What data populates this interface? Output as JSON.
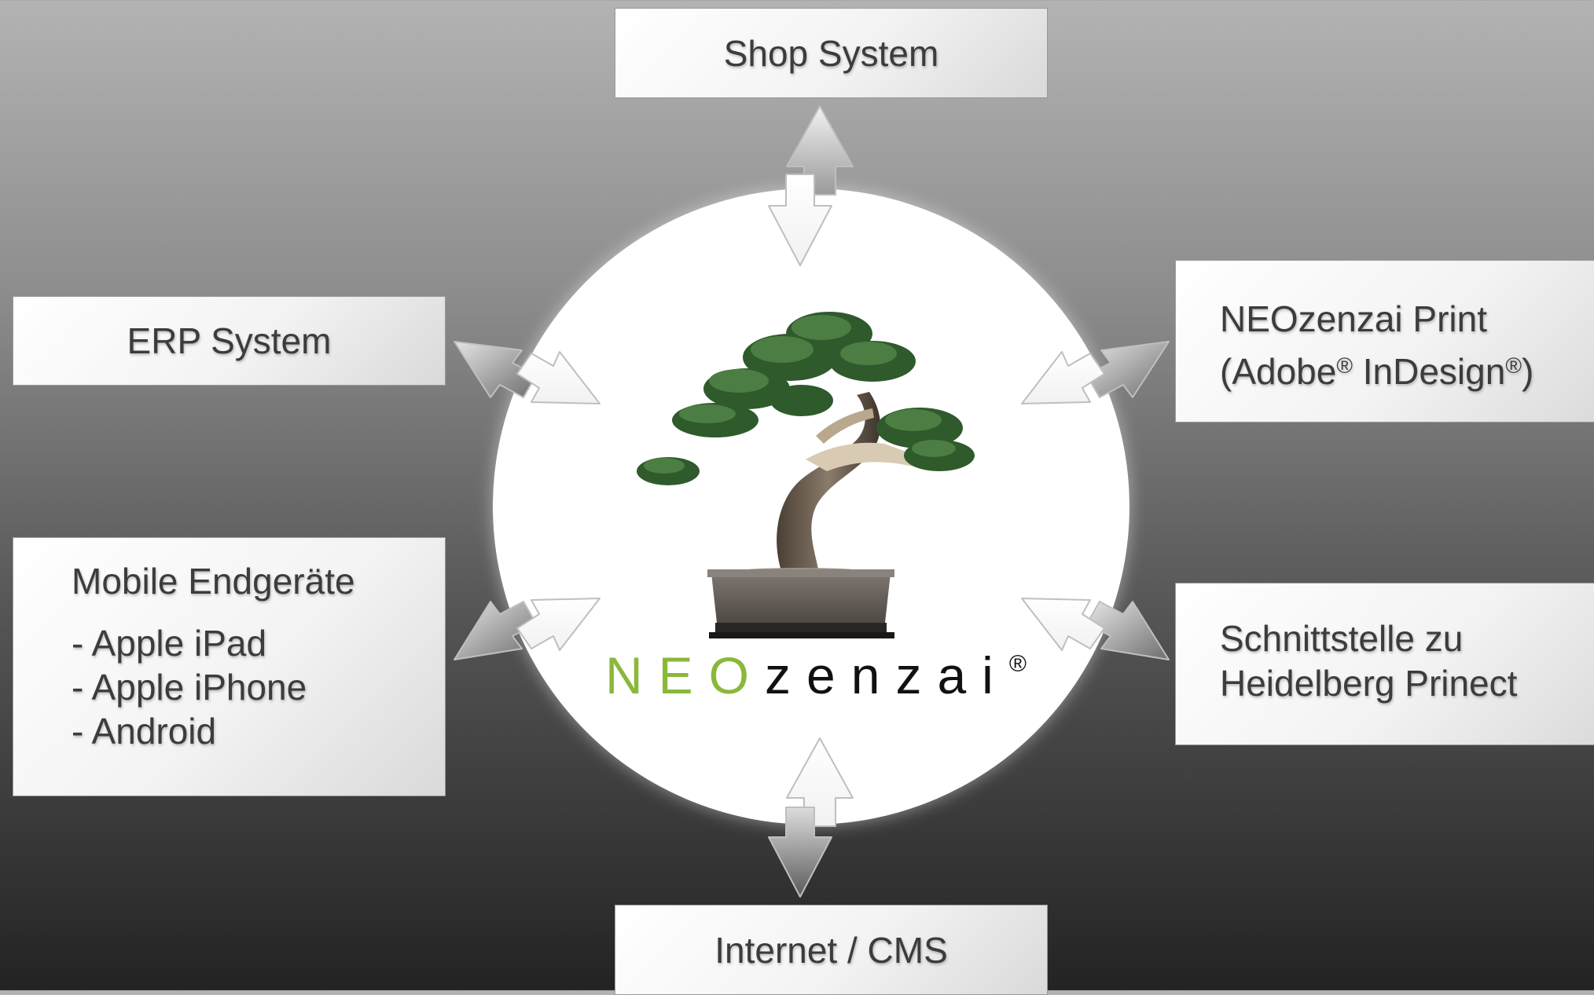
{
  "hub": {
    "logo_neo": "NEO",
    "logo_zenzai": "zenzai",
    "logo_reg": "®"
  },
  "boxes": {
    "shop": "Shop System",
    "erp": "ERP System",
    "internet": "Internet / CMS",
    "print": {
      "line1": "NEOzenzai Print",
      "line2_open": "(Adobe",
      "reg": "®",
      "line2_mid": " InDesign",
      "line2_close": ")"
    },
    "prinect": {
      "line1": "Schnittstelle zu",
      "line2": "Heidelberg Prinect"
    },
    "mobile": {
      "title": "Mobile Endgeräte",
      "items": [
        "- Apple iPad",
        "- Apple iPhone",
        "- Android"
      ]
    }
  },
  "colors": {
    "brand_green": "#8ab83a",
    "brand_black": "#111111"
  }
}
